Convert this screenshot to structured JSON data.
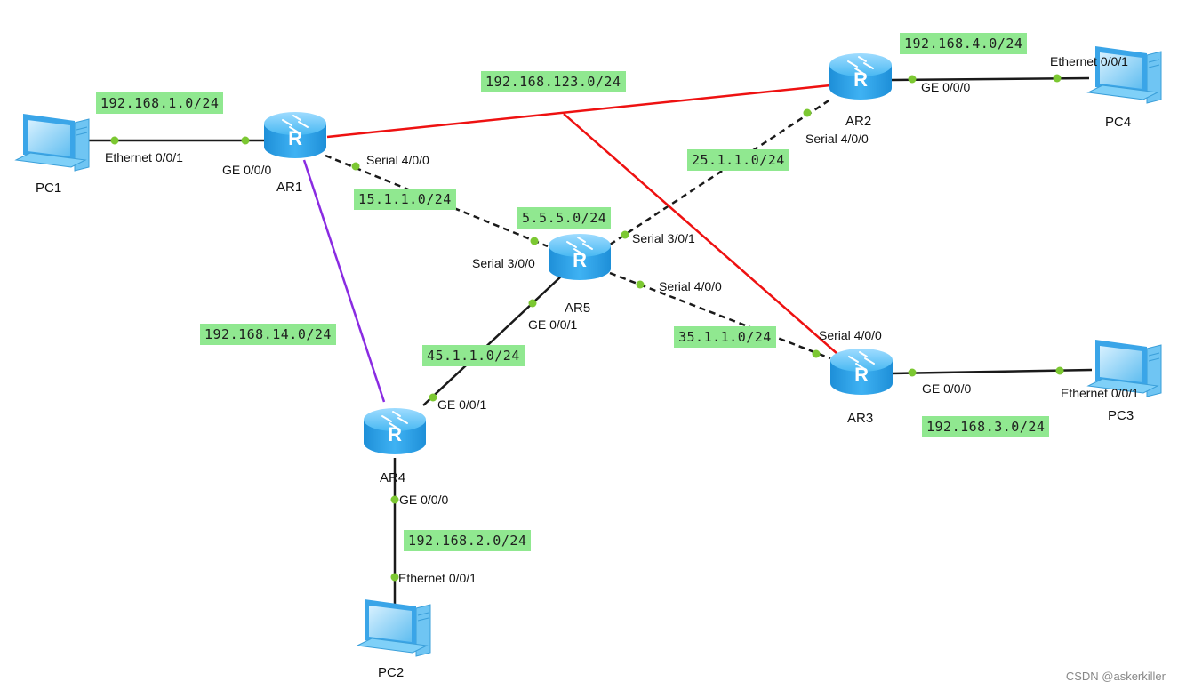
{
  "colors": {
    "ethernet": "#1a1a1a",
    "serial": "#1a1a1a",
    "red_link": "#ee1111",
    "purple_link": "#8a2be2",
    "port_dot": "#7cc832",
    "label_bg": "#90e890",
    "router_body": "#2fa8ee"
  },
  "devices": {
    "pc1": "PC1",
    "pc2": "PC2",
    "pc3": "PC3",
    "pc4": "PC4",
    "ar1": "AR1",
    "ar2": "AR2",
    "ar3": "AR3",
    "ar4": "AR4",
    "ar5": "AR5"
  },
  "networks": {
    "n_192_168_1": "192.168.1.0/24",
    "n_192_168_123": "192.168.123.0/24",
    "n_192_168_4": "192.168.4.0/24",
    "n_25_1_1": "25.1.1.0/24",
    "n_15_1_1": "15.1.1.0/24",
    "n_5_5_5": "5.5.5.0/24",
    "n_192_168_14": "192.168.14.0/24",
    "n_45_1_1": "45.1.1.0/24",
    "n_35_1_1": "35.1.1.0/24",
    "n_192_168_3": "192.168.3.0/24",
    "n_192_168_2": "192.168.2.0/24"
  },
  "interfaces": {
    "pc1_eth": "Ethernet 0/0/1",
    "ar1_ge000": "GE 0/0/0",
    "ar1_s400": "Serial 4/0/0",
    "ar2_ge000": "GE 0/0/0",
    "ar2_s400": "Serial 4/0/0",
    "pc4_eth": "Ethernet 0/0/1",
    "ar5_s300": "Serial 3/0/0",
    "ar5_s301": "Serial 3/0/1",
    "ar5_s400": "Serial 4/0/0",
    "ar5_ge001": "GE 0/0/1",
    "ar4_ge001": "GE 0/0/1",
    "ar4_ge000": "GE 0/0/0",
    "pc2_eth": "Ethernet 0/0/1",
    "ar3_s400": "Serial 4/0/0",
    "ar3_ge000": "GE 0/0/0",
    "pc3_eth": "Ethernet 0/0/1"
  },
  "watermark": "CSDN @askerkiller"
}
